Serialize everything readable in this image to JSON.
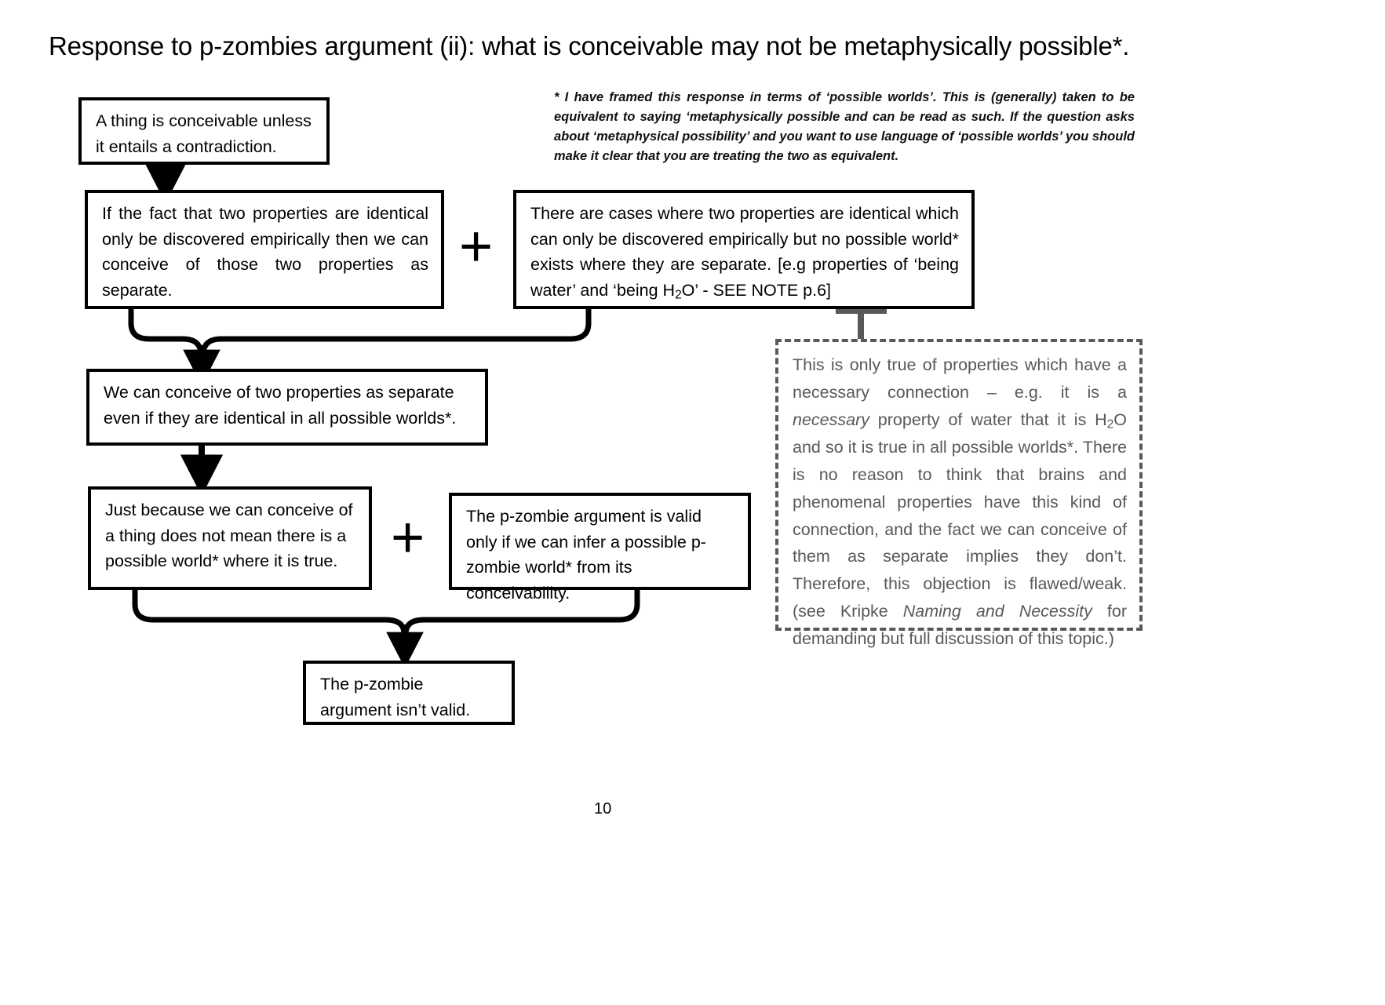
{
  "slide": {
    "title": "Response to p-zombies argument (ii): what is conceivable may not be metaphysically possible*.",
    "page_number": "10",
    "footnote": "* I have framed this response in terms of ‘possible worlds’. This is (generally) taken to be equivalent to saying ‘metaphysically possible and can be read as such. If the question asks about ‘metaphysical possibility’ and you want to use language of ‘possible worlds’ you should make it clear that you are treating the two as equivalent."
  },
  "boxes": {
    "premise_conceivable": "A thing is conceivable unless it entails a contradiction.",
    "premise_identical": "If the fact that two properties are identical only be discovered empirically then we can conceive of those two properties as separate.",
    "premise_cases": {
      "line1": "There are cases where two properties are identical which can only be discovered empirically but no possible world* exists where they are separate. [e.g properties of ‘being water’ and ‘being H",
      "sub": "2",
      "line2": "O’ - SEE NOTE p.6]"
    },
    "conclusion_conceive": "We can conceive of two properties as separate even if they are identical in all possible worlds*.",
    "premise_just_because": "Just because we can conceive of a thing does not mean there is a possible world* where it is true.",
    "premise_valid_only": "The p-zombie argument is valid only if we can infer a possible p-zombie world* from its conceivability.",
    "final_conclusion": "The p-zombie argument isn’t valid."
  },
  "critique_box": {
    "part1": "This is only true of properties which have a necessary connection – e.g. it is a ",
    "em1": "necessary",
    "part2": " property of water that it is H",
    "sub1": "2",
    "part3": "O and so it is true in all possible worlds*. There is no reason to think that brains and phenomenal properties have this kind of connection, and the fact we can conceive of them as separate implies they don’t. Therefore, this objection is flawed/weak. (see Kripke ",
    "em2": "Naming and Necessity",
    "part4": " for demanding but full discussion of this topic.)"
  },
  "operators": {
    "plus_top": "+",
    "plus_bottom": "+"
  },
  "colors": {
    "ink": "#000000",
    "dashed_gray": "#595959",
    "background": "#ffffff"
  }
}
